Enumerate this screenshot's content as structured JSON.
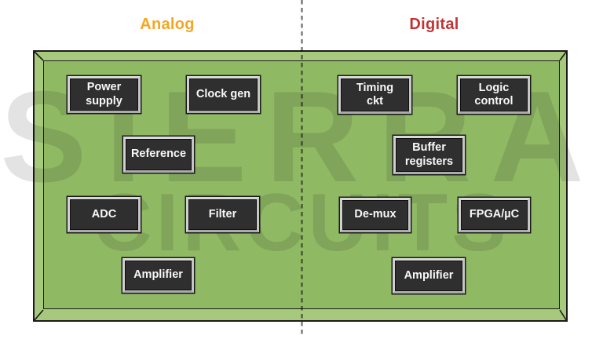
{
  "header": {
    "analog_label": "Analog",
    "digital_label": "Digital"
  },
  "watermark": {
    "line1": "SIERRA",
    "line2": "CIRCUITS"
  },
  "board": {
    "analog_chips": [
      {
        "label": "Power\nsupply"
      },
      {
        "label": "Clock gen"
      },
      {
        "label": "Reference"
      },
      {
        "label": "ADC"
      },
      {
        "label": "Filter"
      },
      {
        "label": "Amplifier"
      }
    ],
    "digital_chips": [
      {
        "label": "Timing\nckt"
      },
      {
        "label": "Logic\ncontrol"
      },
      {
        "label": "Buffer\nregisters"
      },
      {
        "label": "De-mux"
      },
      {
        "label": "FPGA/µC"
      },
      {
        "label": "Amplifier"
      }
    ]
  },
  "palette": {
    "analog_title": "#F5A623",
    "digital_title": "#C23434",
    "board_surface": "#90B964",
    "board_bevel": "#A7C97C",
    "board_outline": "#1B1B1B",
    "chip_body": "#2F2F2F",
    "chip_frame": "#CCCCCC",
    "chip_text": "#F8F8F8",
    "divider": "#8A8A8A"
  }
}
